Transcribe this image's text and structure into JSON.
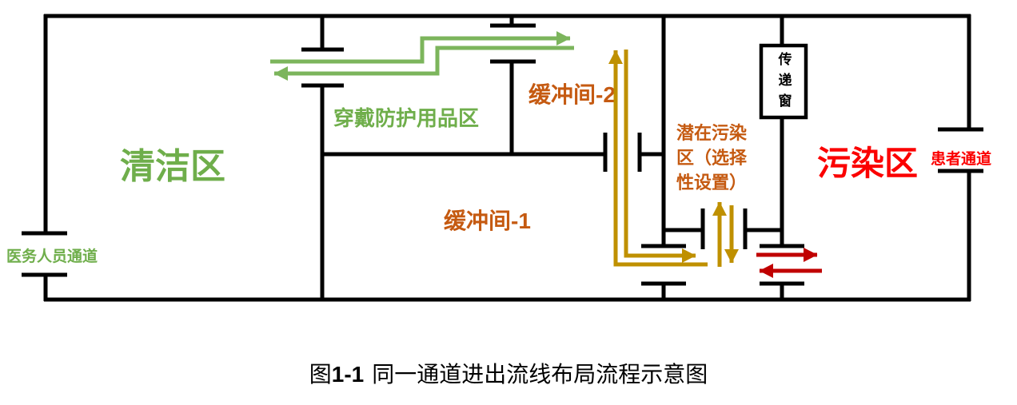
{
  "rooms": {
    "clean_zone": {
      "label": "清洁区",
      "color": "#6FAE4B"
    },
    "ppe_area": {
      "label": "穿戴防护用品区",
      "color": "#6FAE4B"
    },
    "buffer_room_2": {
      "label": "缓冲间-2",
      "color": "#C55A11"
    },
    "buffer_room_1": {
      "label": "缓冲间-1",
      "color": "#C55A11"
    },
    "potential_zone": {
      "lines": [
        "潜在污染",
        "区（选择",
        "性设置）"
      ],
      "color": "#C55A11"
    },
    "contaminated_zone": {
      "label": "污染区",
      "color": "#FB0000"
    }
  },
  "channels": {
    "staff": {
      "label": "医务人员通道",
      "color": "#6FAE4B"
    },
    "patient": {
      "label": "患者通道",
      "color": "#FB0000"
    }
  },
  "transfer_window": {
    "label": "传递窗"
  },
  "caption": {
    "fig": "图",
    "num": "1-1",
    "title": "同一通道进出流线布局流程示意图"
  },
  "colors": {
    "wall": "#000000",
    "staff_flow_green": "#7CB55C",
    "buffer_flow_gold": "#BF9000",
    "patient_flow_red": "#C00000"
  }
}
